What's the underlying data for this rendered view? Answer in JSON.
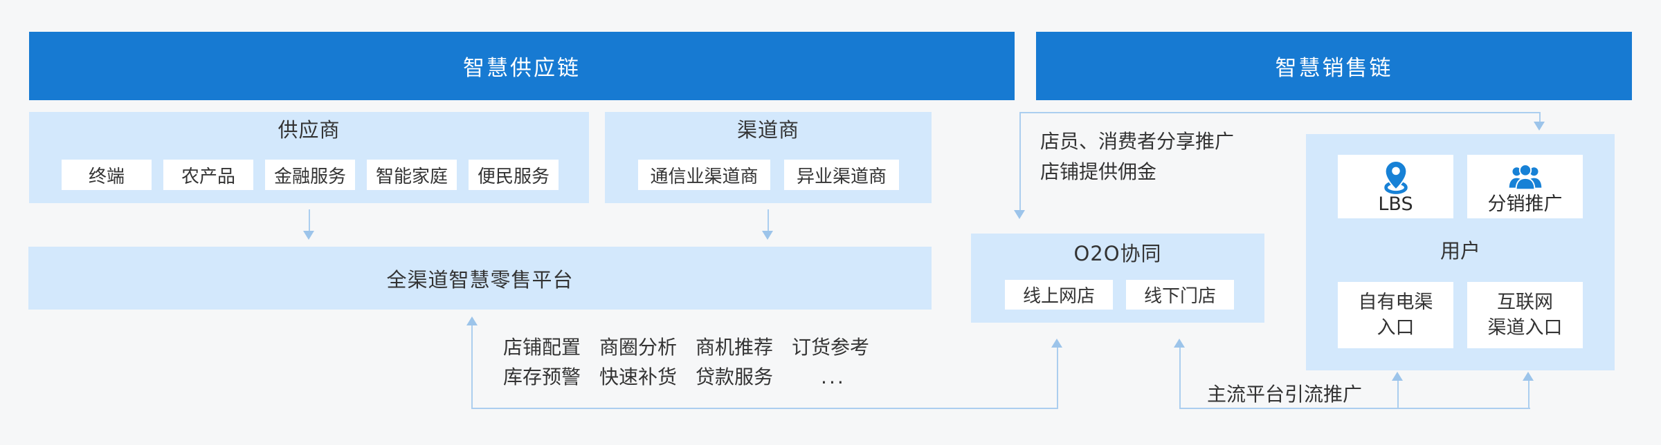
{
  "colors": {
    "header_blue": "#177ad2",
    "panel_light_blue": "#d3e8fc",
    "connector_blue": "#abceef",
    "icon_blue": "#1781d6",
    "text_dark": "#333333"
  },
  "headers": {
    "supply_chain": "智慧供应链",
    "sales_chain": "智慧销售链"
  },
  "supplier": {
    "title": "供应商",
    "items": [
      "终端",
      "农产品",
      "金融服务",
      "智能家庭",
      "便民服务"
    ]
  },
  "channel": {
    "title": "渠道商",
    "items": [
      "通信业渠道商",
      "异业渠道商"
    ]
  },
  "platform": {
    "title": "全渠道智慧零售平台"
  },
  "features": {
    "row1": [
      "店铺配置",
      "商圈分析",
      "商机推荐",
      "订货参考"
    ],
    "row2": [
      "库存预警",
      "快速补货",
      "贷款服务"
    ],
    "more": "..."
  },
  "promo_note": {
    "line1": "店员、消费者分享推广",
    "line2": "店铺提供佣金"
  },
  "o2o": {
    "title": "O2O协同",
    "items": [
      "线上网店",
      "线下门店"
    ]
  },
  "user": {
    "title": "用户",
    "card_lbs": {
      "icon": "location-pin-icon",
      "label": "LBS"
    },
    "card_distribution": {
      "icon": "people-group-icon",
      "label": "分销推广"
    },
    "entry1": {
      "line1": "自有电渠",
      "line2": "入口"
    },
    "entry2": {
      "line1": "互联网",
      "line2": "渠道入口"
    }
  },
  "flow_label": "主流平台引流推广"
}
